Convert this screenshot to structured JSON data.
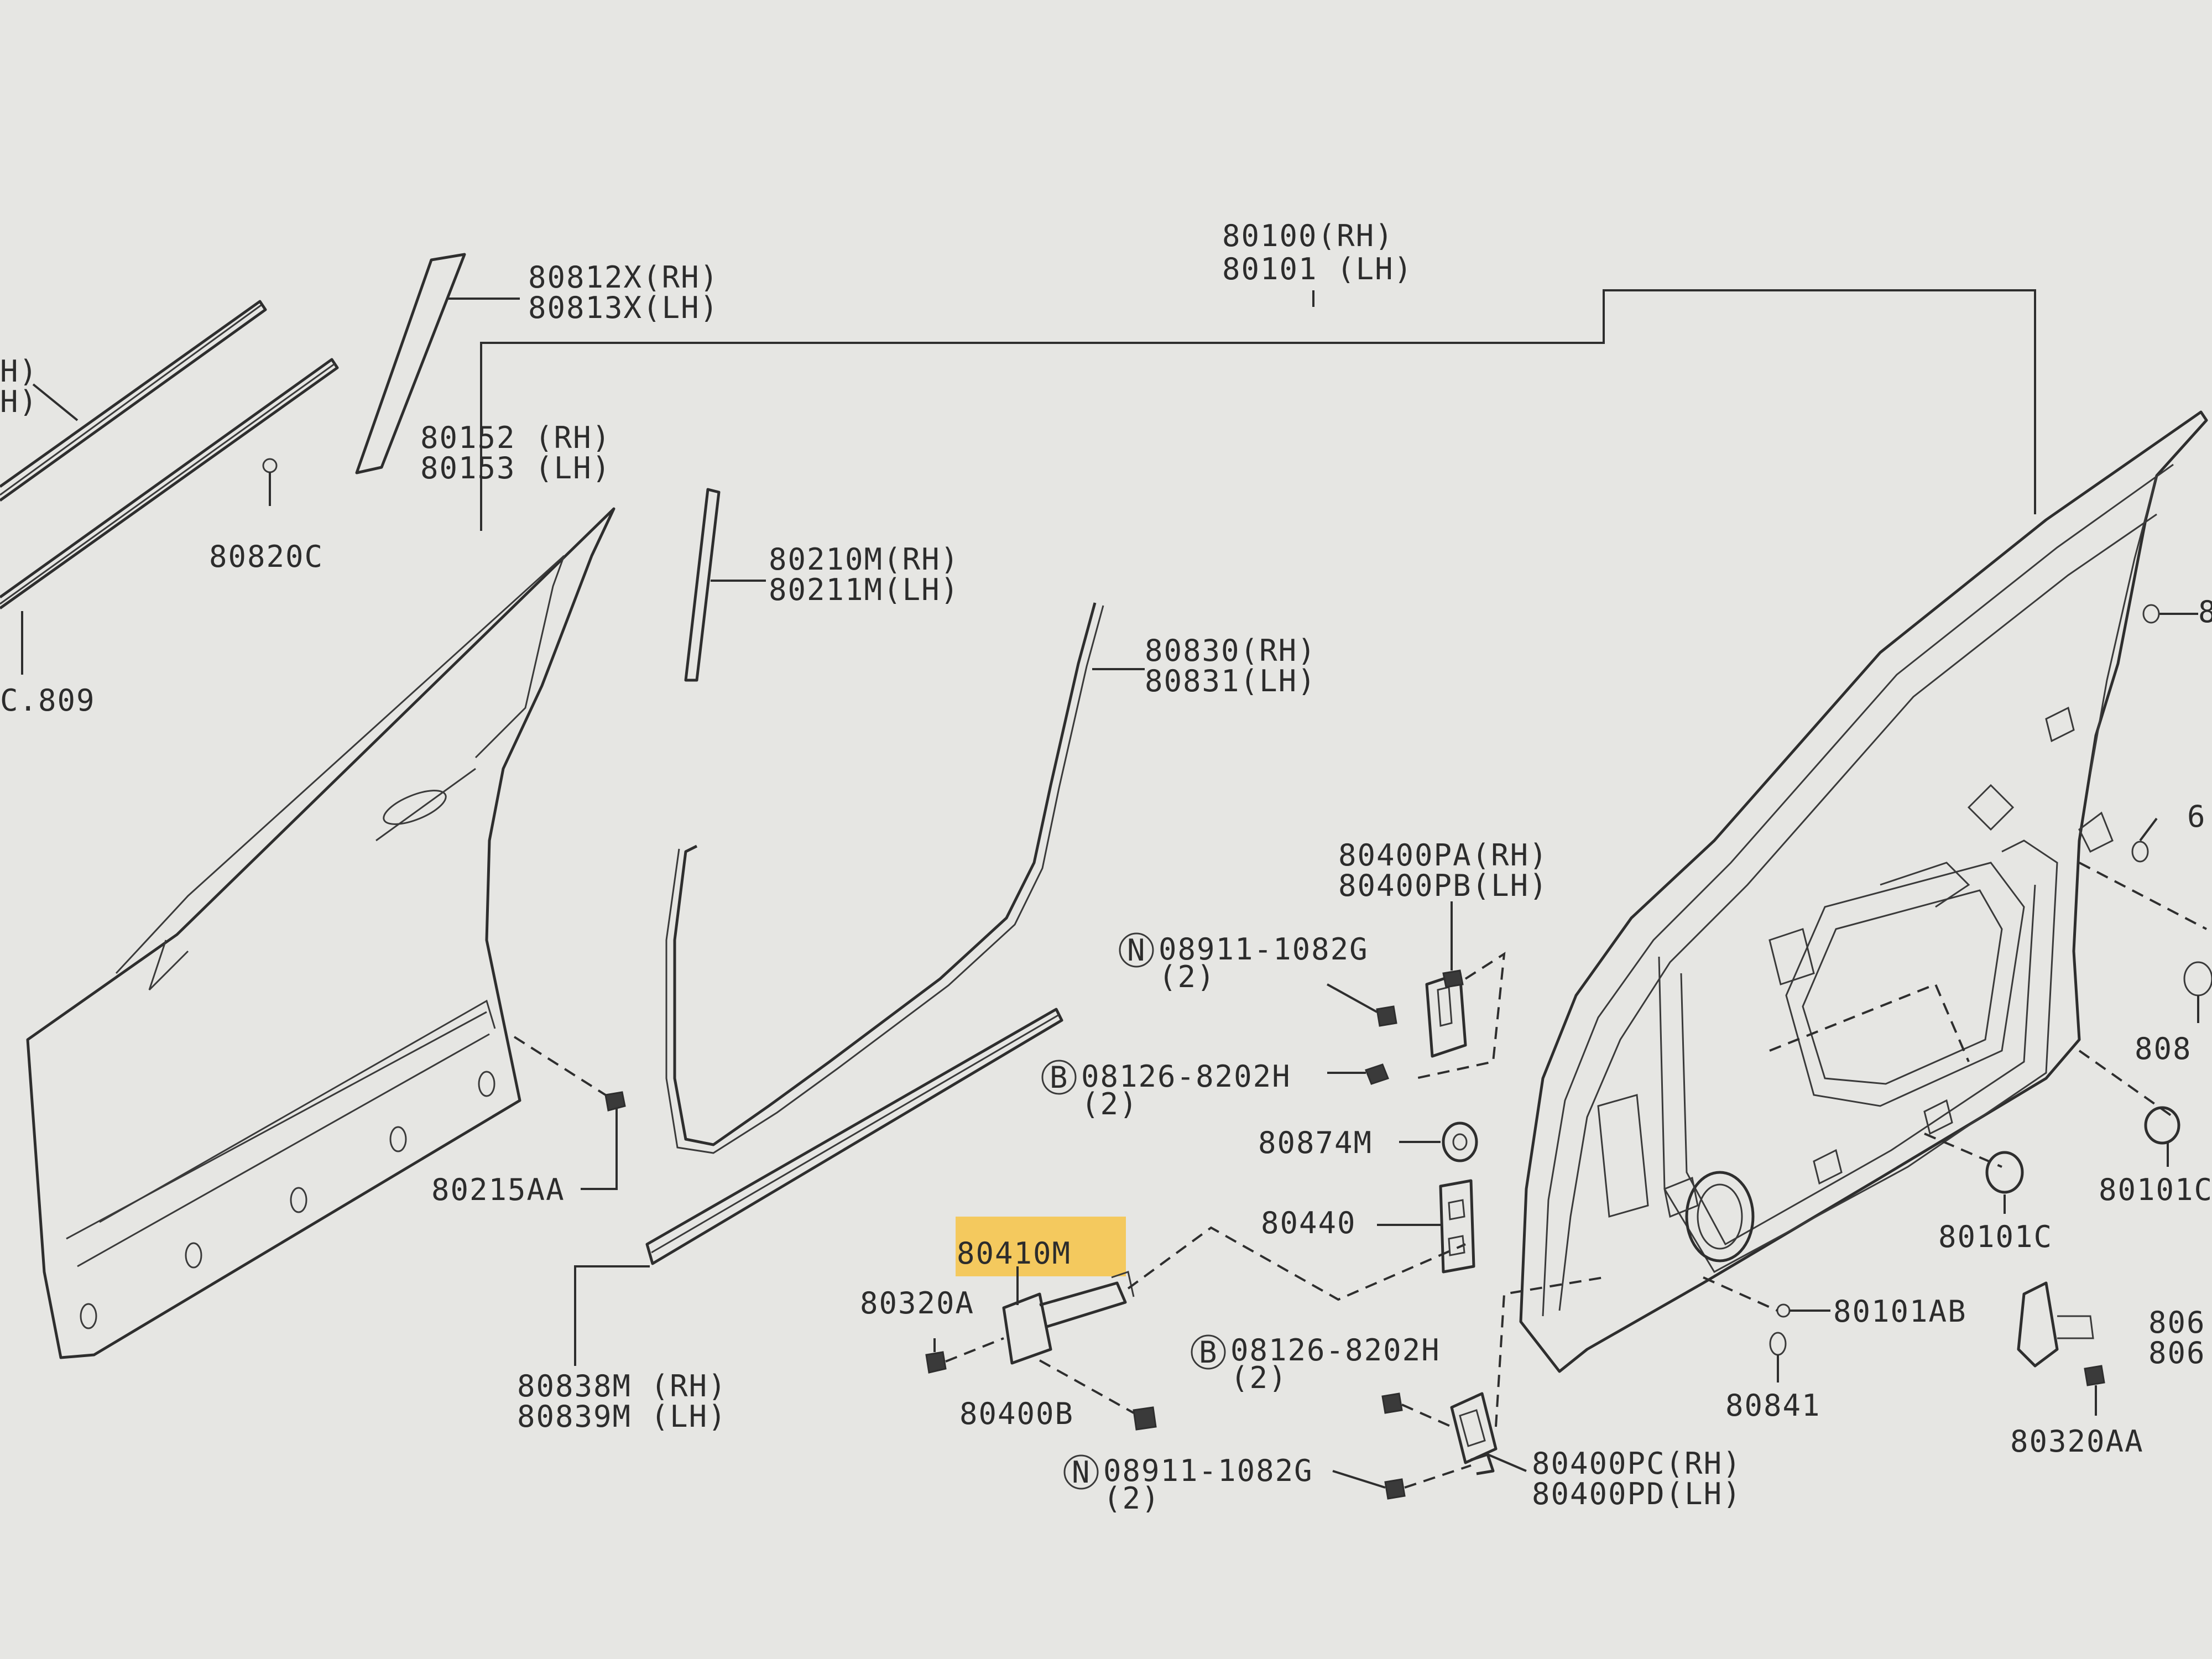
{
  "labels": {
    "top_rh": "80100(RH)",
    "top_lh": "80101 (LH)",
    "glass_rh": "80812X(RH)",
    "glass_lh": "80813X(LH)",
    "frag_rh": "H)",
    "frag_lh": "H)",
    "clip_80820c": "80820C",
    "sec_809": "C.809",
    "skin_rh": "80152 (RH)",
    "skin_lh": "80153 (LH)",
    "weather_rh": "80210M(RH)",
    "weather_lh": "80211M(LH)",
    "seal_rh": "80830(RH)",
    "seal_lh": "80831(LH)",
    "hinge_up_rh": "80400PA(RH)",
    "hinge_up_lh": "80400PB(LH)",
    "bolt_n1": "08911-1082G",
    "bolt_n1_qty": "(2)",
    "bolt_b1": "08126-8202H",
    "bolt_b1_qty": "(2)",
    "grommet": "80874M",
    "striker": "80440",
    "clip_80215aa": "80215AA",
    "check_link": "80410M",
    "bolt_80320a": "80320A",
    "bolt_80400b": "80400B",
    "moulding_rh": "80838M (RH)",
    "moulding_lh": "80839M (LH)",
    "bolt_b2": "08126-8202H",
    "bolt_b2_qty": "(2)",
    "bolt_n2": "08911-1082G",
    "bolt_n2_qty": "(2)",
    "hinge_lo_rh": "80400PC(RH)",
    "hinge_lo_lh": "80400PD(LH)",
    "cap_80101ab": "80101AB",
    "plug_80841": "80841",
    "plug_80101c": "80101C",
    "frag_80101c": "80101C",
    "frag_808": "808",
    "frag_806a": "806",
    "frag_806b": "806",
    "bolt_80320aa": "80320AA",
    "frag_6": "6",
    "frag_8": "8",
    "circle_n": "N",
    "circle_b": "B"
  },
  "highlight_color": "#f6c346"
}
